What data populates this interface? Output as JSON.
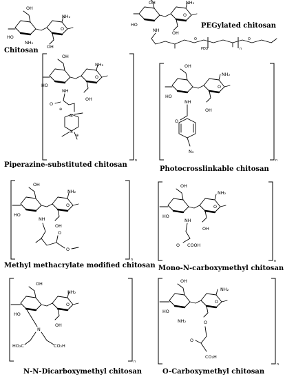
{
  "panels": [
    {
      "id": "chitosan",
      "caption": "Chitosan"
    },
    {
      "id": "pegylated",
      "caption": "PEGylated chitosan",
      "peg_label": "PEG"
    },
    {
      "id": "piperazine",
      "caption": "Piperazine-substituted chitosan"
    },
    {
      "id": "photocrosslinkable",
      "caption": "Photocrosslinkable  chitosan"
    },
    {
      "id": "methyl-methacrylate",
      "caption": "Methyl methacrylate modified chitosan"
    },
    {
      "id": "mono-n-carboxymethyl",
      "caption": "Mono-N-carboxymethyl chitosan"
    },
    {
      "id": "n-n-dicarboxymethyl",
      "caption": "N-N-Dicarboxymethyl chitosan"
    },
    {
      "id": "o-carboxymethyl",
      "caption": "O-Carboxymethyl chitosan"
    }
  ],
  "atoms": {
    "oh": "OH",
    "ho": "HO",
    "o": "O",
    "nh2": "NH₂",
    "nh": "NH",
    "n": "N",
    "n3": "N₃",
    "plus": "⊕",
    "co2h": "CO₂H",
    "ho2c": "HO₂C",
    "cooh": "COOH",
    "h": "H",
    "repeat": "n"
  }
}
